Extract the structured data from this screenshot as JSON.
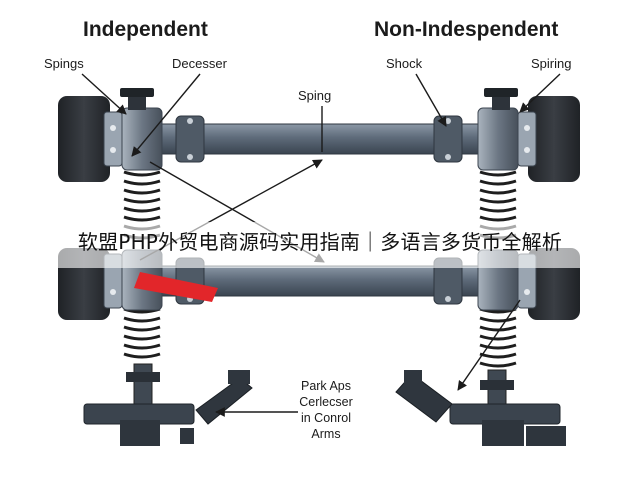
{
  "diagram": {
    "heading_left": "Independent",
    "heading_right": "Non-Indespendent",
    "labels": {
      "spings": "Spings",
      "decesser": "Decesser",
      "sping": "Sping",
      "shock": "Shock",
      "spiring": "Spiring"
    },
    "caption_lines": [
      "Park Aps",
      "Cerlecser",
      "in Conrol",
      "Arms"
    ]
  },
  "banner": {
    "text": "软盟PHP外贸电商源码实用指南｜多语言多货币全解析"
  },
  "colors": {
    "tire": "#2b2e33",
    "axle": "#5e6b7a",
    "spring": "#1e1e1e",
    "accent": "#e2262a",
    "text": "#1b1b1b"
  }
}
